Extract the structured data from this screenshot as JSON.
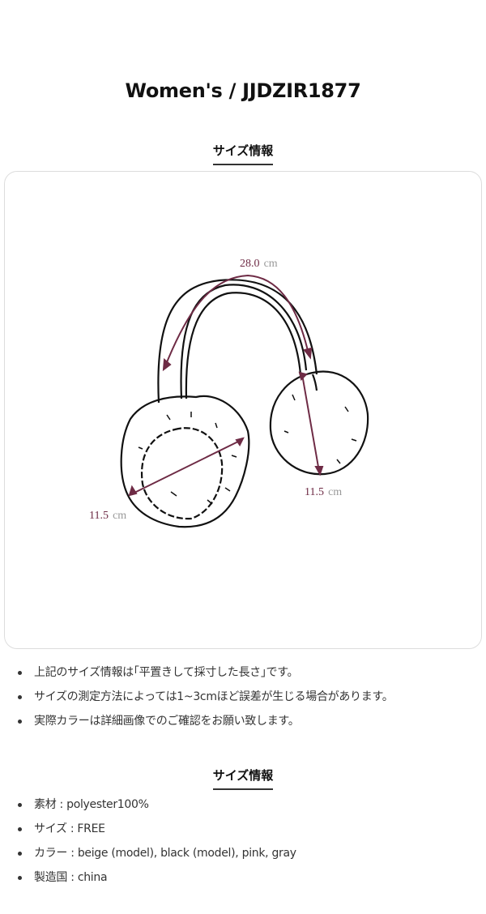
{
  "header": {
    "title": "Women's / JJDZIR1877"
  },
  "size_section": {
    "heading": "サイズ情報",
    "measurements": [
      {
        "label": "headband",
        "value": "28.0",
        "unit": "cm"
      },
      {
        "label": "right-ear",
        "value": "11.5",
        "unit": "cm"
      },
      {
        "label": "left-ear",
        "value": "11.5",
        "unit": "cm"
      }
    ],
    "notes": [
      "上記のサイズ情報は｢平置きして採寸した長さ｣です。",
      "サイズの測定方法によっては1~3cmほど誤差が生じる場合があります。",
      "実際カラーは詳細画像でのご確認をお願い致します。"
    ]
  },
  "info_section": {
    "heading": "サイズ情報",
    "items": [
      "素材 : polyester100%",
      "サイズ : FREE",
      "カラー : beige (model),  black (model),  pink,  gray",
      "製造国 : china"
    ]
  },
  "colors": {
    "measure": "#6e2b45",
    "unit": "#999999"
  }
}
